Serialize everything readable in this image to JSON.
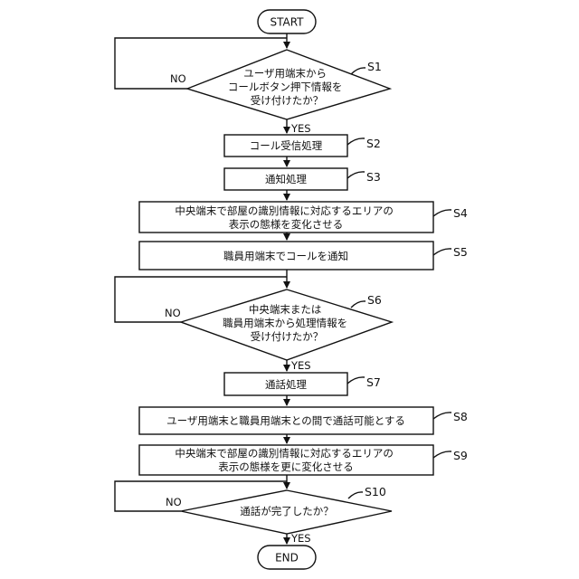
{
  "start": "START",
  "end": "END",
  "yes": "YES",
  "no": "NO",
  "s1": {
    "step": "S1",
    "lines": [
      "ユーザ用端末から",
      "コールボタン押下情報を",
      "受け付けたか？"
    ]
  },
  "s2": {
    "step": "S2",
    "text": "コール受信処理"
  },
  "s3": {
    "step": "S3",
    "text": "通知処理"
  },
  "s4": {
    "step": "S4",
    "lines": [
      "中央端末で部屋の識別情報に対応するエリアの",
      "表示の態様を変化させる"
    ]
  },
  "s5": {
    "step": "S5",
    "text": "職員用端末でコールを通知"
  },
  "s6": {
    "step": "S6",
    "lines": [
      "中央端末または",
      "職員用端末から処理情報を",
      "受け付けたか？"
    ]
  },
  "s7": {
    "step": "S7",
    "text": "通話処理"
  },
  "s8": {
    "step": "S8",
    "text": "ユーザ用端末と職員用端末との間で通話可能とする"
  },
  "s9": {
    "step": "S9",
    "lines": [
      "中央端末で部屋の識別情報に対応するエリアの",
      "表示の態様を更に変化させる"
    ]
  },
  "s10": {
    "step": "S10",
    "text": "通話が完了したか？"
  }
}
